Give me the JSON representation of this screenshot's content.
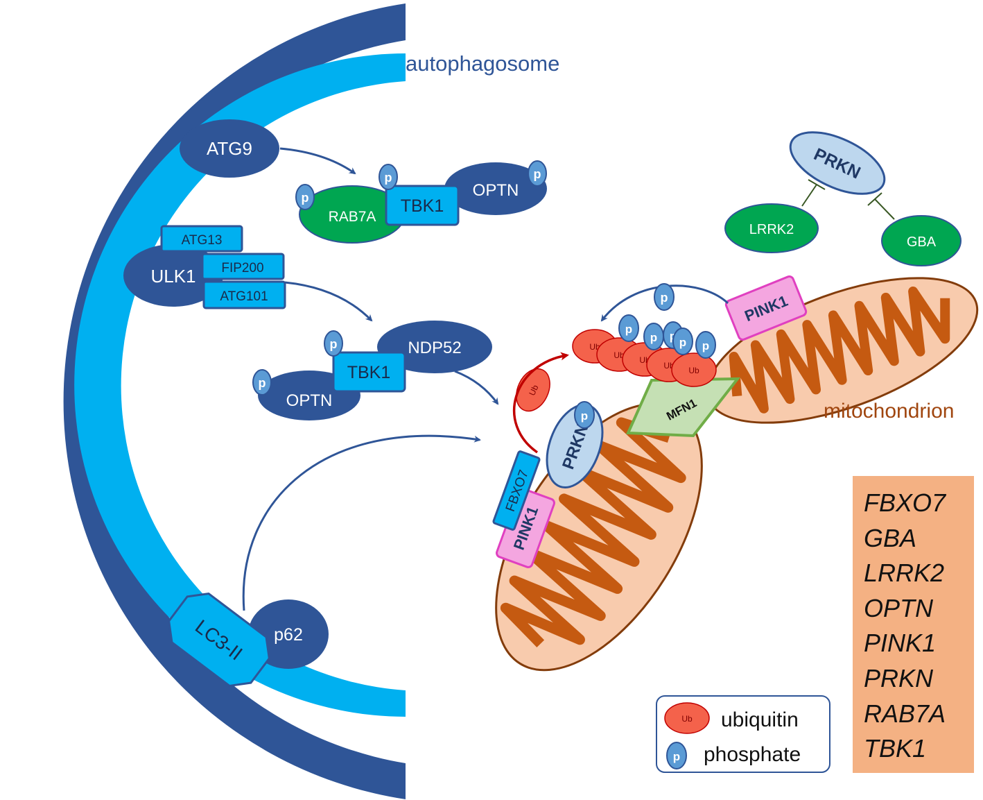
{
  "labels": {
    "autophagosome": "autophagosome",
    "mitochondrion": "mitochondrion"
  },
  "proteins": {
    "atg9": "ATG9",
    "ulk1": "ULK1",
    "atg13": "ATG13",
    "fip200": "FIP200",
    "atg101": "ATG101",
    "rab7a": "RAB7A",
    "tbk1_top": "TBK1",
    "optn_top": "OPTN",
    "ndp52": "NDP52",
    "tbk1_mid": "TBK1",
    "optn_mid": "OPTN",
    "lc3": "LC3-II",
    "p62": "p62",
    "prkn_top": "PRKN",
    "lrrk2": "LRRK2",
    "gba": "GBA",
    "pink1_right": "PINK1",
    "mfn1": "MFN1",
    "prkn_mito": "PRKN",
    "fbxo7": "FBXO7",
    "pink1_left": "PINK1",
    "ub": "Ub",
    "p": "p"
  },
  "legend": {
    "ub_icon": "Ub",
    "ubiquitin": "ubiquitin",
    "p_icon": "p",
    "phosphate": "phosphate"
  },
  "genes": [
    "FBXO7",
    "GBA",
    "LRRK2",
    "OPTN",
    "PINK1",
    "PRKN",
    "RAB7A",
    "TBK1"
  ],
  "colors": {
    "dark_blue": "#2f5597",
    "light_blue": "#00b0f0",
    "green": "#00a651",
    "pink": "#f08cd8",
    "mito_outer": "#f8cbad",
    "mito_inner": "#c55a11",
    "red_ub": "#f4624b",
    "gene_box": "#f4b183"
  }
}
